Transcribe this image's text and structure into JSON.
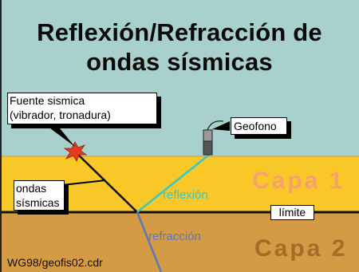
{
  "title": {
    "line1": "Reflexión/Refracción de",
    "line2": "ondas sísmicas"
  },
  "labels": {
    "source": [
      "Fuente sismica",
      "(vibrador, tronadura)"
    ],
    "geophone": "Geofono",
    "waves": [
      "ondas",
      "sísmicas"
    ],
    "reflection": "reflexión",
    "refraction": "refracción",
    "boundary": "límite",
    "layer1": "Capa 1",
    "layer2": "Capa 2",
    "file": "WG98/geofis02.cdr"
  },
  "colors": {
    "sky": "#a8d0cc",
    "layer1": "#f8c828",
    "layer2": "#d49a44",
    "reflection": "#38c8c0",
    "refraction": "#5a7ab8",
    "layer1_text": "#f6a06e",
    "layer2_text": "#a86a28",
    "source": "#e83820"
  }
}
